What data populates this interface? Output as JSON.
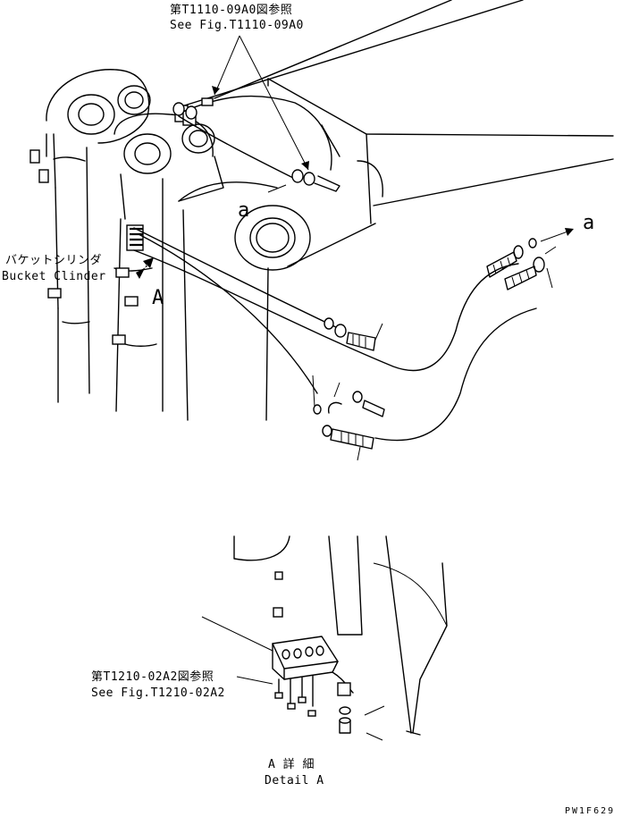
{
  "labels": {
    "ref_top_jp": "第T1110-09A0図参照",
    "ref_top_en": "See Fig.T1110-09A0",
    "bucket_cyl_jp": "バケットシリンダ",
    "bucket_cyl_en": "Bucket Clinder",
    "marker_a_left": "a",
    "marker_a_right": "a",
    "marker_big_a": "A",
    "ref_bottom_jp": "第T1210-02A2図参照",
    "ref_bottom_en": "See Fig.T1210-02A2",
    "detail_jp": "A 詳 細",
    "detail_en": "Detail A",
    "drawing_code": "PW1F629"
  }
}
